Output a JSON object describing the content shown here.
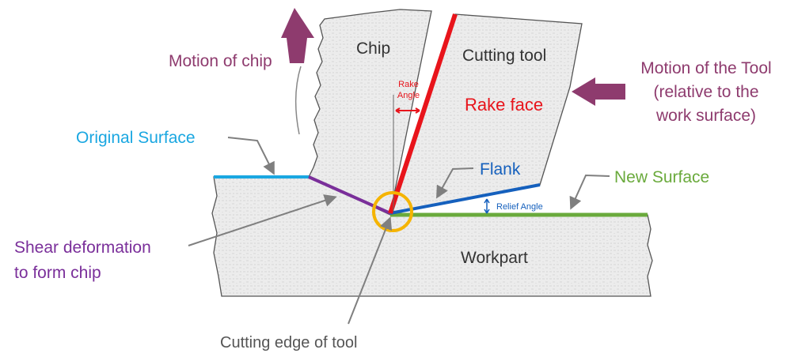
{
  "labels": {
    "chip": "Chip",
    "cutting_tool": "Cutting tool",
    "workpart": "Workpart",
    "motion_of_chip": "Motion of chip",
    "motion_tool_line1": "Motion of the Tool",
    "motion_tool_line2": "(relative to the",
    "motion_tool_line3": "work surface)",
    "rake_angle_line1": "Rake",
    "rake_angle_line2": "Angle",
    "rake_face": "Rake face",
    "original_surface": "Original Surface",
    "flank": "Flank",
    "new_surface": "New Surface",
    "relief_angle": "Relief Angle",
    "shear_line1": "Shear deformation",
    "shear_line2": "to form chip",
    "cutting_edge": "Cutting edge of tool"
  },
  "colors": {
    "rake": "#e8141b",
    "original_surface": "#1aa7e1",
    "shear": "#7a2f9a",
    "flank": "#1560bd",
    "new_surface": "#6aaa3c",
    "motion": "#8e3b6e",
    "edge_circle": "#f5b400",
    "material_fill": "#ececec",
    "outline": "#555555",
    "pointer": "#7f7f7f"
  }
}
